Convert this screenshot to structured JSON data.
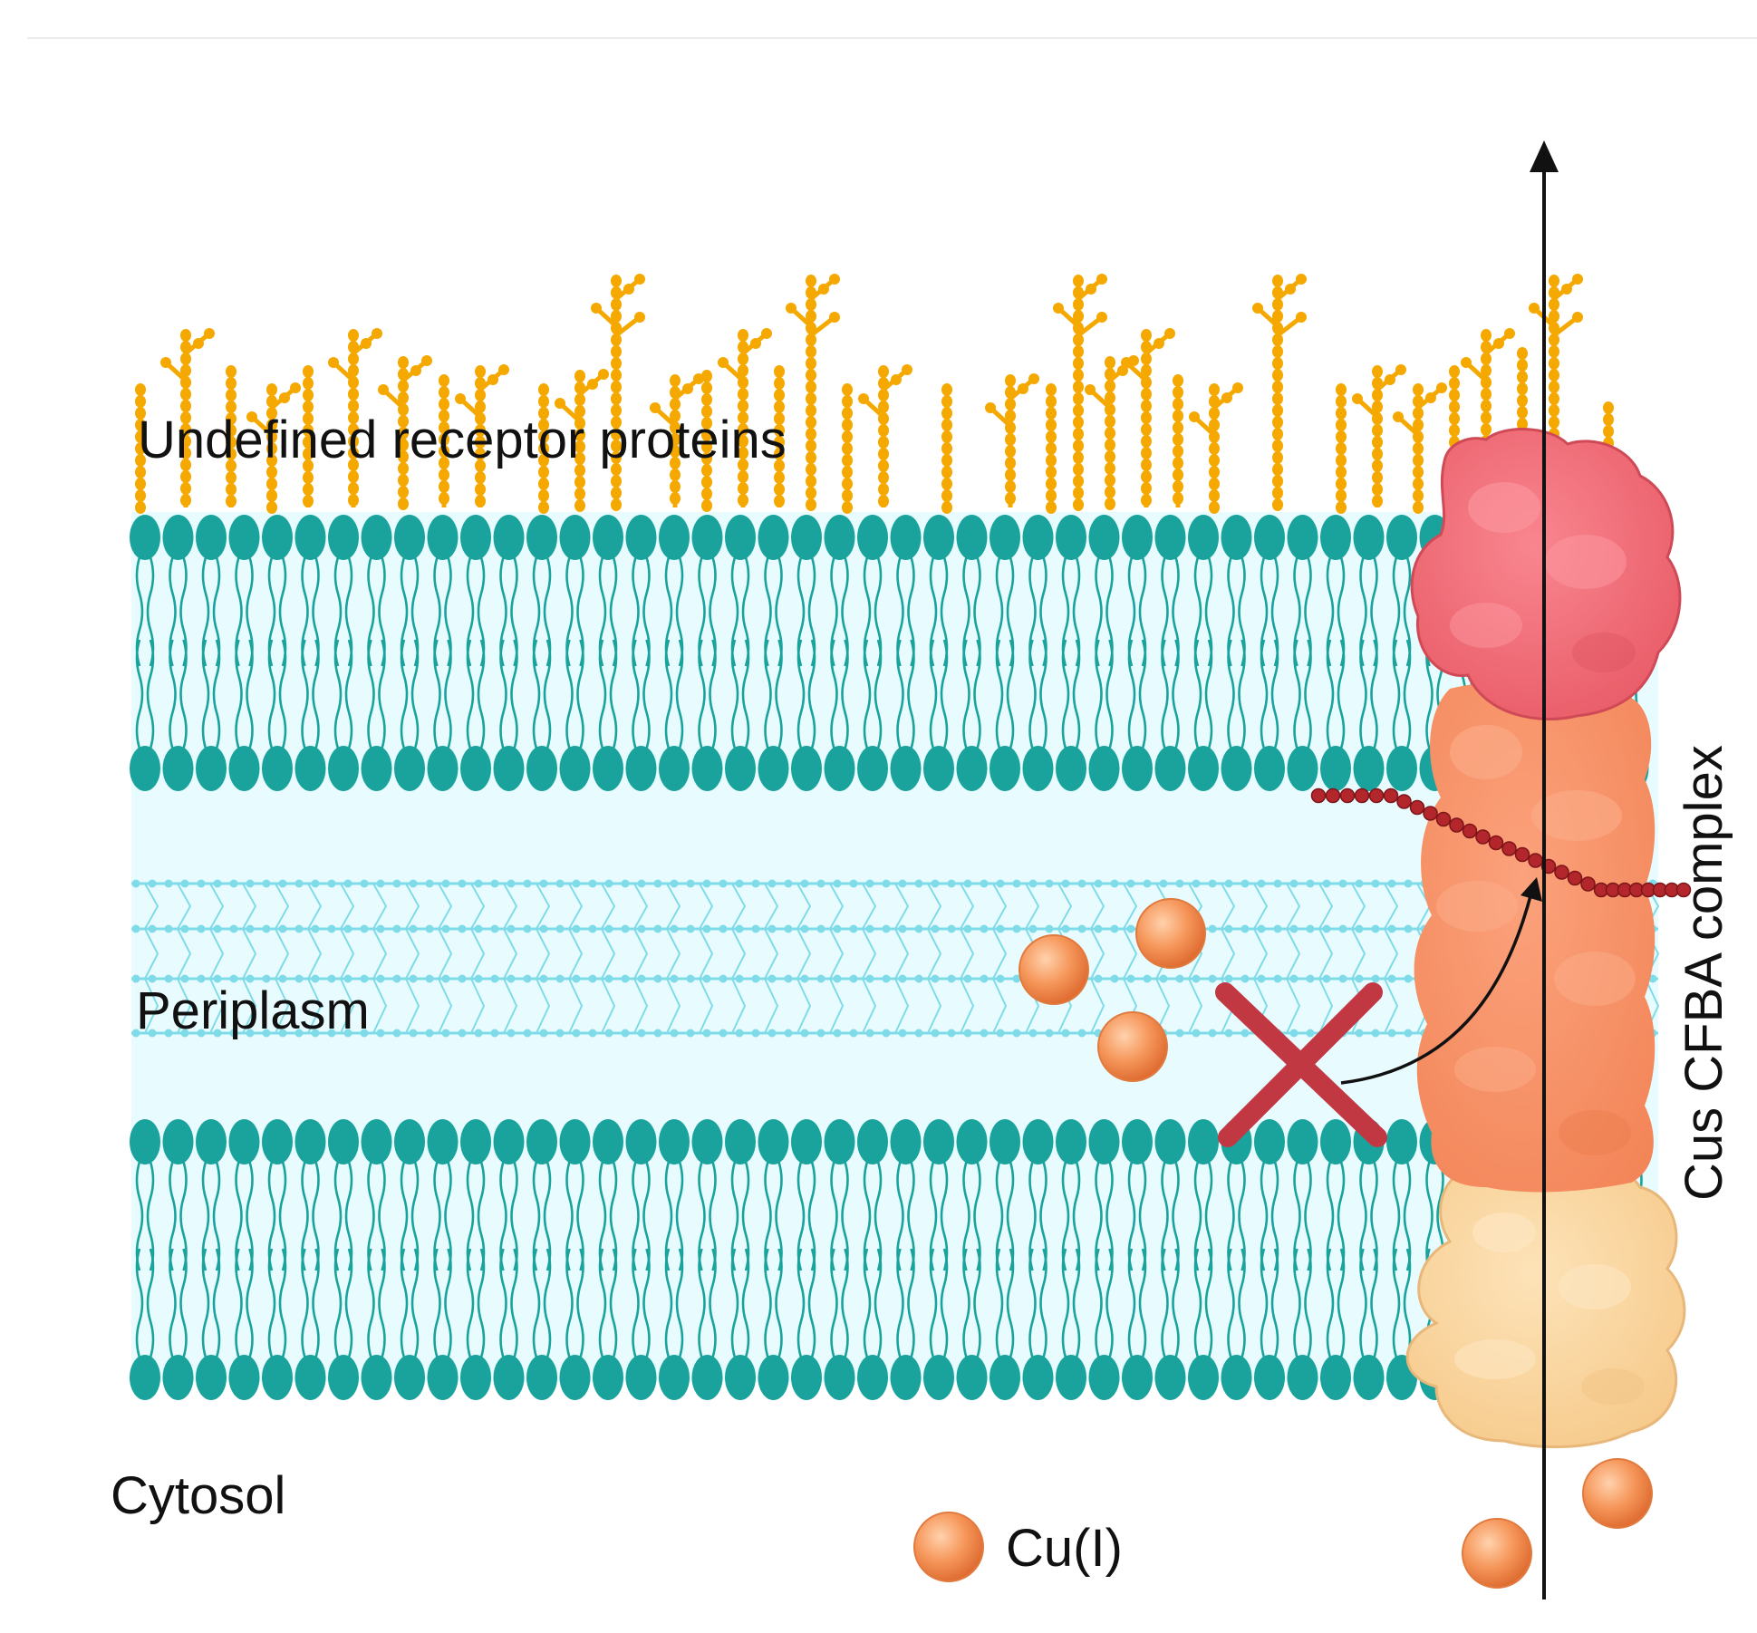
{
  "labels": {
    "receptor": "Undefined receptor proteins",
    "periplasm": "Periplasm",
    "cytosol": "Cytosol",
    "complex": "Cus CFBA complex",
    "legend_ion": "Cu(I)"
  },
  "colors": {
    "background": "#ffffff",
    "membrane_fill": "#e8fcff",
    "lipid_head": "#1aa39d",
    "lipid_tail": "#1aa39d",
    "peptidoglycan": "#7fdbe8",
    "receptor": "#f5a800",
    "cus_c": "#f26d78",
    "cus_b": "#f79168",
    "cus_a": "#fcd8a2",
    "cus_f_chain": "#b3262b",
    "ion": "#f6975b",
    "blocked_x": "#c23842",
    "arrow": "#111111"
  },
  "icons": {
    "ion": "copper-ion-sphere",
    "blocked": "red-x-icon",
    "transport": "transport-arrow-icon"
  }
}
